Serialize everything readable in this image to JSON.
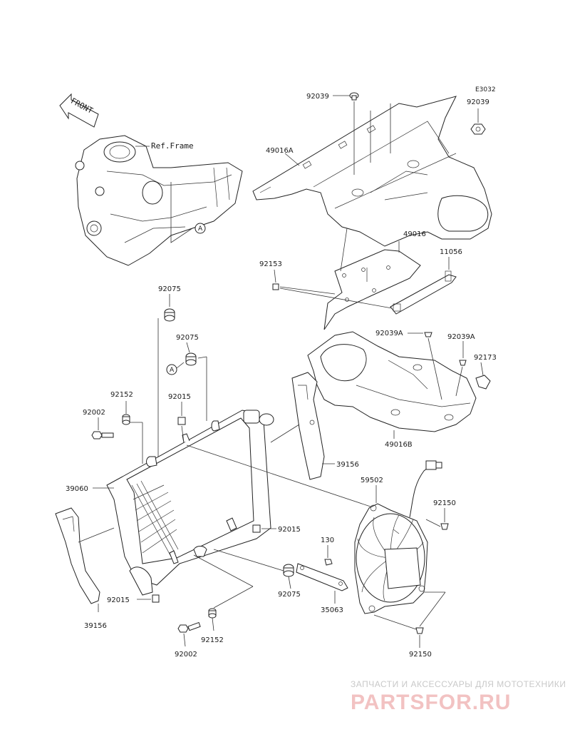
{
  "diagram": {
    "code": "E3032",
    "front_label": "FRONT",
    "ref_frame": "Ref.Frame",
    "callout_a": "A",
    "labels": {
      "l92039_a": "92039",
      "l92039_b": "92039",
      "l49016a": "49016A",
      "l49016": "49016",
      "l11056": "11056",
      "l92153": "92153",
      "l92075_a": "92075",
      "l92075_b": "92075",
      "l92075_c": "92075",
      "l92039a_a": "92039A",
      "l92039a_b": "92039A",
      "l92173": "92173",
      "l92152_a": "92152",
      "l92152_b": "92152",
      "l92015_a": "92015",
      "l92015_b": "92015",
      "l92015_c": "92015",
      "l92002_a": "92002",
      "l92002_b": "92002",
      "l49016b": "49016B",
      "l39156_a": "39156",
      "l39156_b": "39156",
      "l59502": "59502",
      "l39060": "39060",
      "l92150_a": "92150",
      "l92150_b": "92150",
      "l130": "130",
      "l35063": "35063"
    }
  },
  "watermark": {
    "top": "ЗАПЧАСТИ И АКСЕССУАРЫ ДЛЯ МОТОТЕХНИКИ",
    "main": "PARTSFOR.RU",
    "color": "#e8a0a0"
  }
}
